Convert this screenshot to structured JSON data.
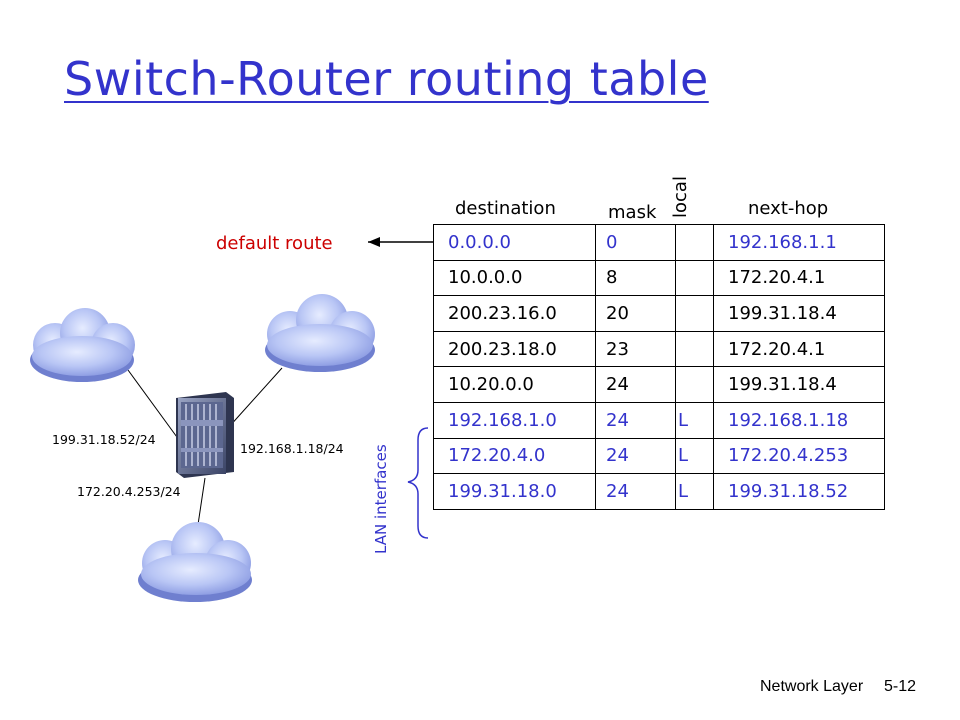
{
  "slide": {
    "title": "Switch-Router routing table",
    "footer_left": "Network Layer",
    "footer_right": "5-12"
  },
  "table": {
    "headers": {
      "destination": "destination",
      "mask": "mask",
      "local": "local",
      "next_hop": "next-hop"
    },
    "rows": [
      {
        "destination": "0.0.0.0",
        "mask": "0",
        "local": "",
        "next_hop": "192.168.1.1",
        "color": "#3333cc"
      },
      {
        "destination": "10.0.0.0",
        "mask": "8",
        "local": "",
        "next_hop": "172.20.4.1",
        "color": "#000000"
      },
      {
        "destination": "200.23.16.0",
        "mask": "20",
        "local": "",
        "next_hop": "199.31.18.4",
        "color": "#000000"
      },
      {
        "destination": "200.23.18.0",
        "mask": "23",
        "local": "",
        "next_hop": "172.20.4.1",
        "color": "#000000"
      },
      {
        "destination": "10.20.0.0",
        "mask": "24",
        "local": "",
        "next_hop": "199.31.18.4",
        "color": "#000000"
      },
      {
        "destination": "192.168.1.0",
        "mask": "24",
        "local": "L",
        "next_hop": "192.168.1.18",
        "color": "#3333cc"
      },
      {
        "destination": "172.20.4.0",
        "mask": "24",
        "local": "L",
        "next_hop": "172.20.4.253",
        "color": "#3333cc"
      },
      {
        "destination": "199.31.18.0",
        "mask": "24",
        "local": "L",
        "next_hop": "199.31.18.52",
        "color": "#3333cc"
      }
    ]
  },
  "annotations": {
    "default_route": "default route",
    "lan_interfaces": "LAN interfaces"
  },
  "network": {
    "interfaces": {
      "left": "199.31.18.52/24",
      "right": "192.168.1.18/24",
      "bottom": "172.20.4.253/24"
    }
  },
  "colors": {
    "title": "#3333cc",
    "default_route": "#cc0000",
    "lan_label": "#3333cc",
    "cloud_fill": "#aab8f0",
    "cloud_light": "#dfe6ff"
  },
  "icons": [
    "cloud-icon",
    "switch-router-icon",
    "arrow-icon",
    "brace-icon"
  ]
}
